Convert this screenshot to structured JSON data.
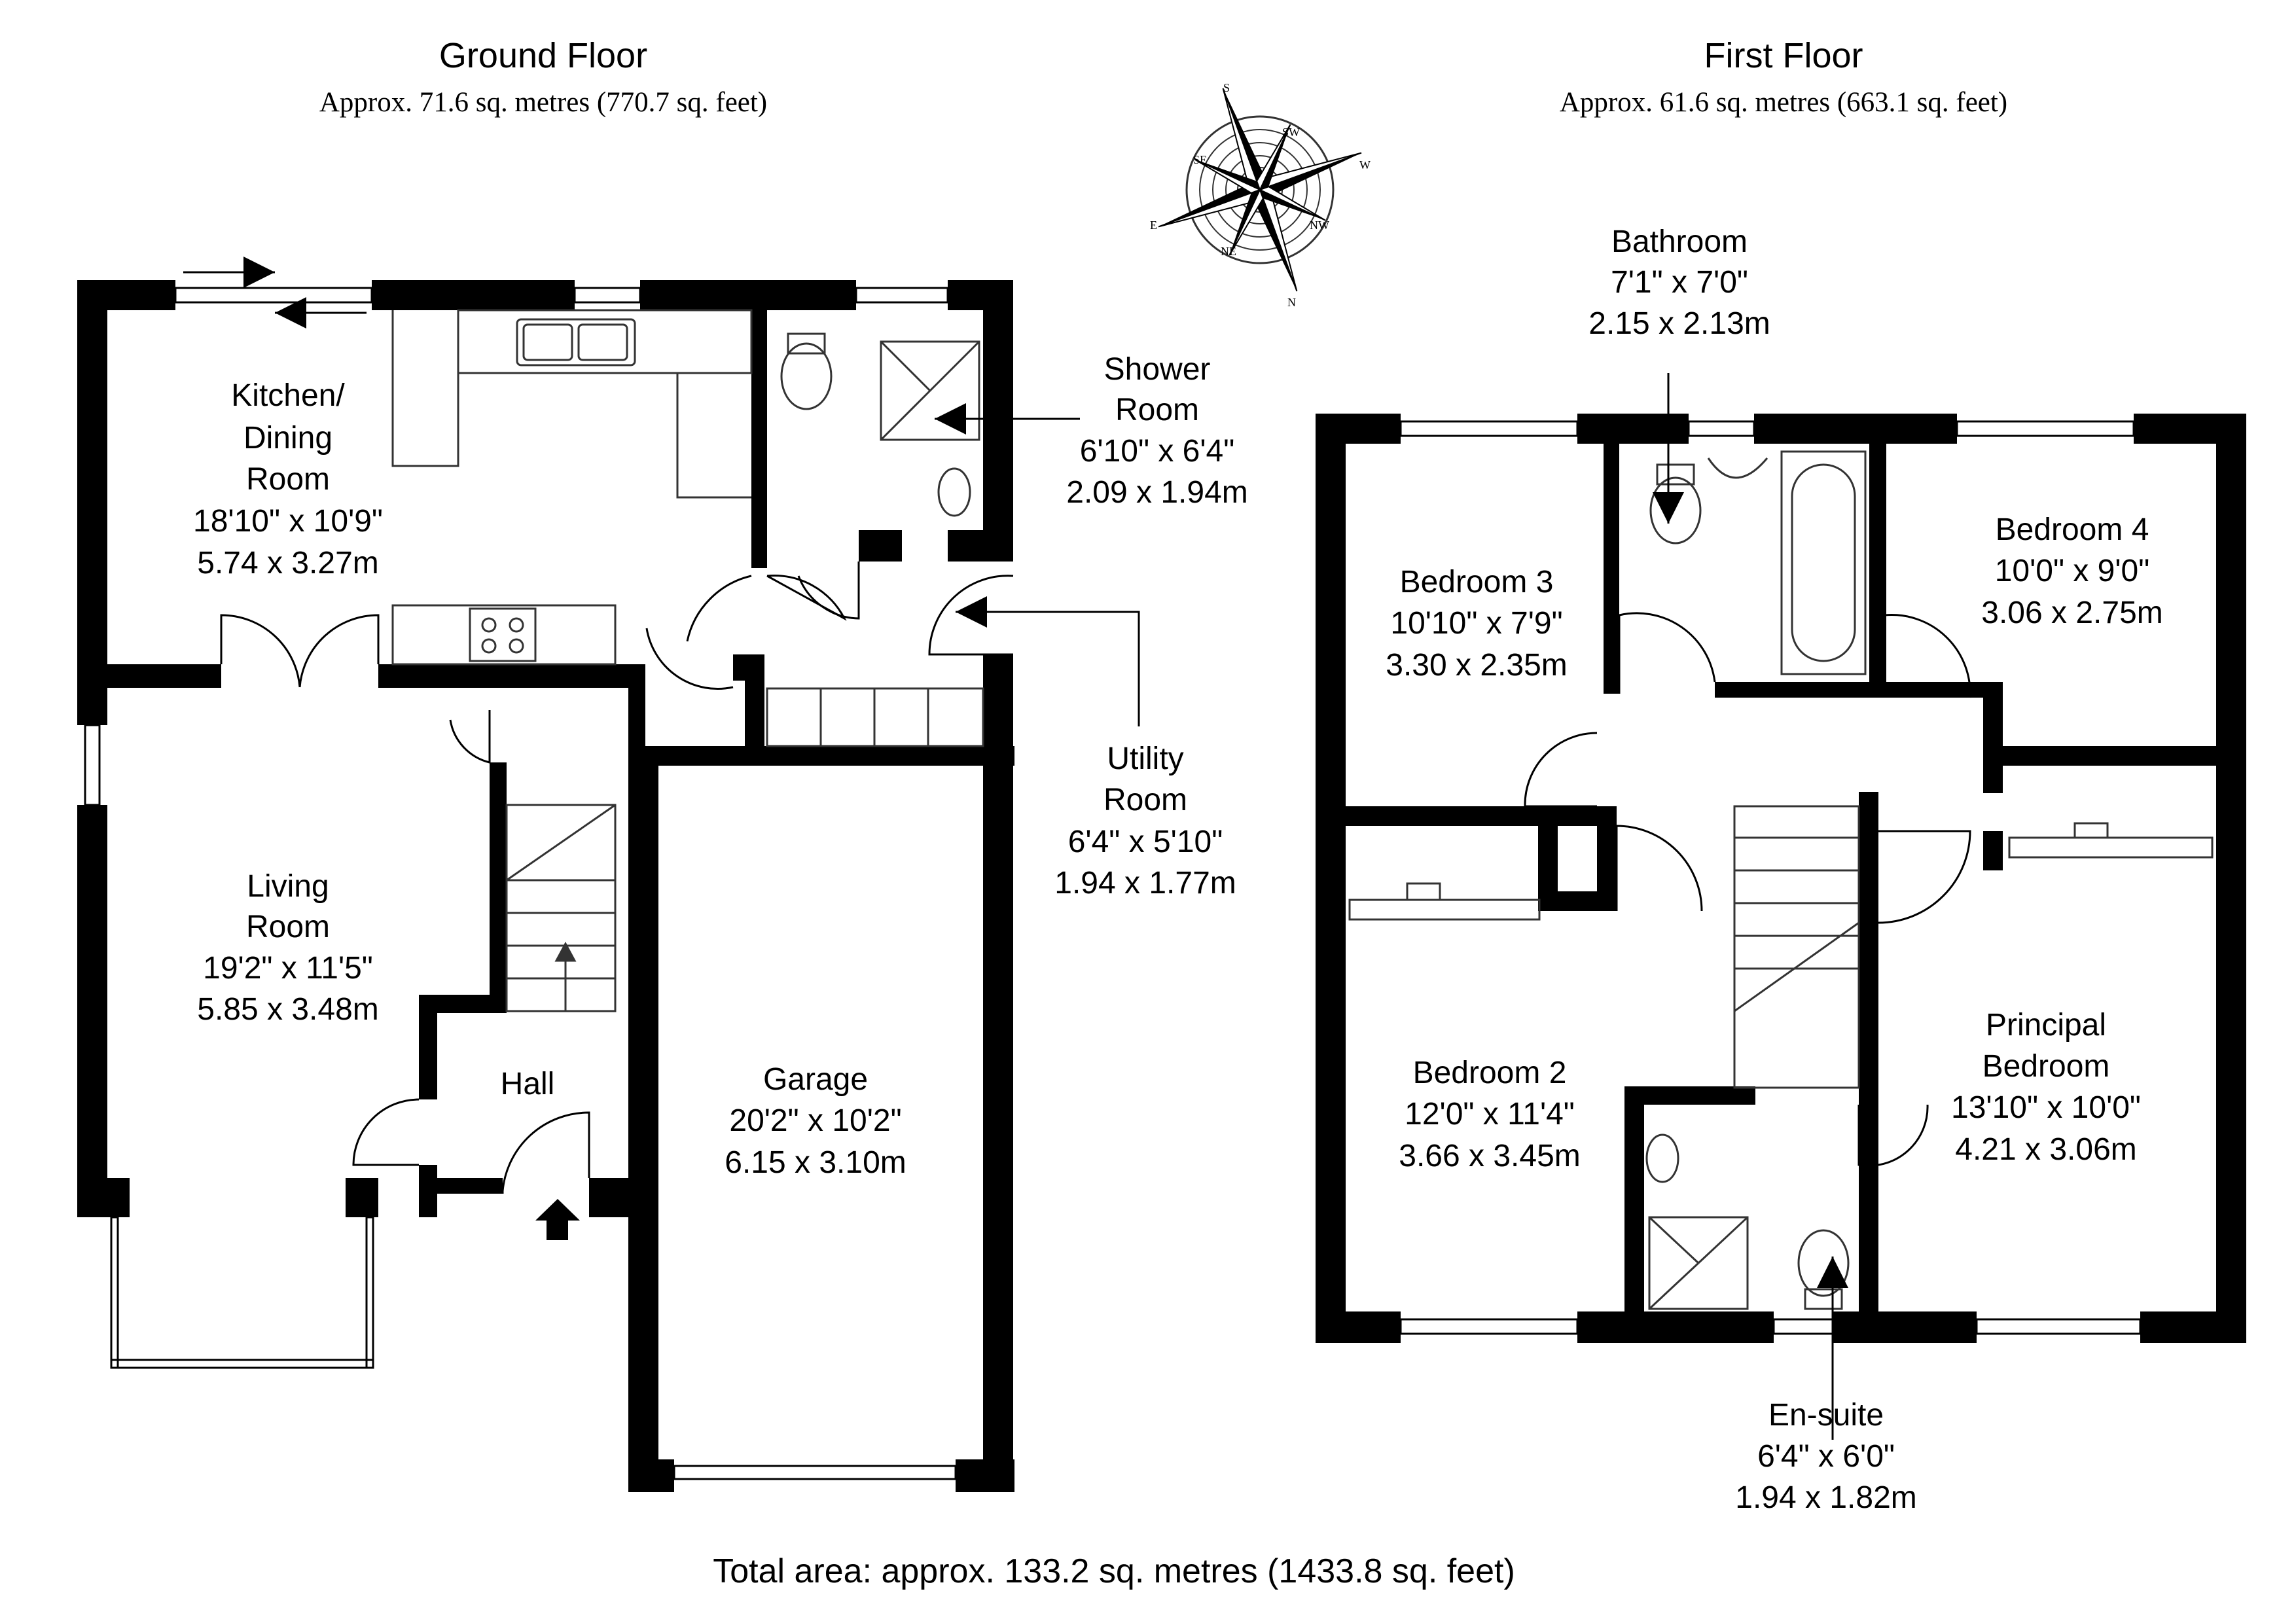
{
  "ground_floor": {
    "title": "Ground Floor",
    "area": "Approx. 71.6 sq. metres (770.7 sq. feet)"
  },
  "first_floor": {
    "title": "First Floor",
    "area": "Approx. 61.6 sq. metres (663.1 sq. feet)"
  },
  "rooms": {
    "kitchen": {
      "l1": "Kitchen/",
      "l2": "Dining",
      "l3": "Room",
      "imperial": "18'10\" x 10'9\"",
      "metric": "5.74 x 3.27m"
    },
    "living": {
      "l1": "Living",
      "l2": "Room",
      "imperial": "19'2\" x 11'5\"",
      "metric": "5.85 x 3.48m"
    },
    "hall": {
      "name": "Hall"
    },
    "garage": {
      "name": "Garage",
      "imperial": "20'2\" x 10'2\"",
      "metric": "6.15 x 3.10m"
    },
    "shower": {
      "l1": "Shower",
      "l2": "Room",
      "imperial": "6'10\" x 6'4\"",
      "metric": "2.09 x 1.94m"
    },
    "utility": {
      "l1": "Utility",
      "l2": "Room",
      "imperial": "6'4\" x 5'10\"",
      "metric": "1.94 x 1.77m"
    },
    "bathroom": {
      "name": "Bathroom",
      "imperial": "7'1\" x 7'0\"",
      "metric": "2.15 x 2.13m"
    },
    "bedroom3": {
      "name": "Bedroom 3",
      "imperial": "10'10\" x 7'9\"",
      "metric": "3.30 x 2.35m"
    },
    "bedroom4": {
      "name": "Bedroom 4",
      "imperial": "10'0\" x 9'0\"",
      "metric": "3.06 x 2.75m"
    },
    "bedroom2": {
      "name": "Bedroom 2",
      "imperial": "12'0\" x 11'4\"",
      "metric": "3.66 x 3.45m"
    },
    "principal": {
      "l1": "Principal",
      "l2": "Bedroom",
      "imperial": "13'10\" x 10'0\"",
      "metric": "4.21 x 3.06m"
    },
    "ensuite": {
      "name": "En-suite",
      "imperial": "6'4\" x 6'0\"",
      "metric": "1.94 x 1.82m"
    }
  },
  "compass": {
    "s": "S",
    "w": "W",
    "e": "E",
    "n": "N",
    "sw": "SW",
    "se": "SE",
    "nw": "NW",
    "ne": "NE"
  },
  "total_area": "Total area: approx. 133.2 sq. metres (1433.8 sq. feet)",
  "colors": {
    "wall": "#000000",
    "ink": "#1a1a1a",
    "fixture": "#555555"
  }
}
